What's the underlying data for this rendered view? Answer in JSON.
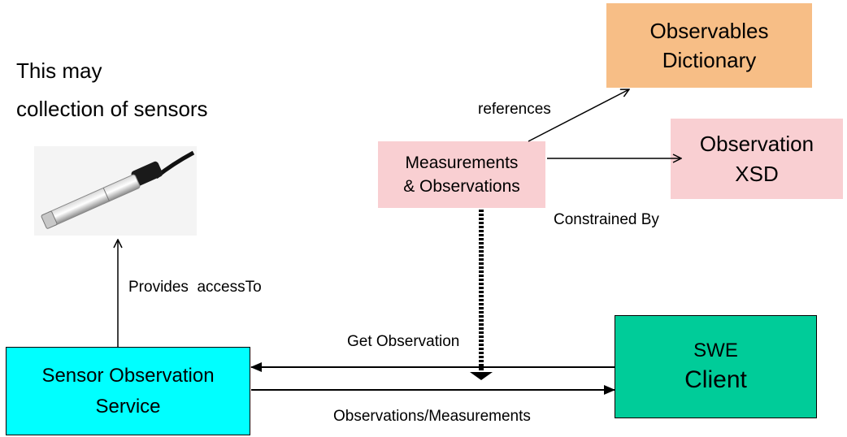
{
  "captions": {
    "line1": "This may",
    "line2": "collection of sensors"
  },
  "boxes": {
    "observables_dictionary": {
      "line1": "Observables",
      "line2": "Dictionary",
      "color": "#f7be86"
    },
    "observation_xsd": {
      "line1": "Observation",
      "line2": "XSD",
      "color": "#f9cfd2"
    },
    "measurements_observations": {
      "line1": "Measurements",
      "line2": "& Observations",
      "color": "#f9cfd2"
    },
    "sensor_observation_service": {
      "line1": "Sensor Observation",
      "line2": "Service",
      "color": "#00ffff"
    },
    "swe_client": {
      "line1": "SWE",
      "line2": "Client",
      "color": "#00cc99"
    }
  },
  "arrow_labels": {
    "references": "references",
    "constrained_by": "Constrained By",
    "provides_access_to": "Provides  accessTo",
    "get_observation": "Get Observation",
    "observations_measurements": "Observations/Measurements"
  },
  "images": {
    "sensor_probe": "sensor-probe-photo"
  }
}
